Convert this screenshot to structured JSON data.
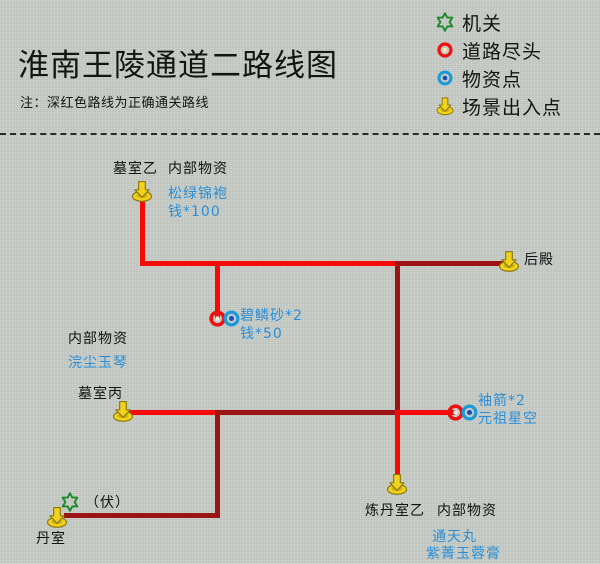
{
  "header": {
    "title": "淮南王陵通道二路线图",
    "note": "注：深红色路线为正确通关路线"
  },
  "legend": {
    "items": [
      {
        "icon": "green-star-icon",
        "label": "机关"
      },
      {
        "icon": "red-circle-icon",
        "label": "道路尽头"
      },
      {
        "icon": "blue-circle-icon",
        "label": "物资点"
      },
      {
        "icon": "yellow-arrow-icon",
        "label": "场景出入点"
      }
    ]
  },
  "colors": {
    "background": "#c9cdc7",
    "route_normal": "#f70b06",
    "route_correct": "#9c1414",
    "marker_red": "#ee1111",
    "marker_blue": "#1a9ad8",
    "marker_green": "#1a8a2a",
    "marker_yellow": "#f2d21a",
    "text_dark": "#121212",
    "text_blue": "#2a8fd8"
  },
  "nodes": {
    "tomb_b": {
      "name": "墓室乙",
      "supply_header": "内部物资",
      "items": [
        "松绿锦袍",
        "钱*100"
      ]
    },
    "rear_hall": {
      "name": "后殿"
    },
    "supply_mid": {
      "items": [
        "碧鳞砂*2",
        "钱*50"
      ]
    },
    "tomb_c_supply": {
      "supply_header": "内部物资",
      "items": [
        "浣尘玉琴"
      ]
    },
    "tomb_c": {
      "name": "墓室丙"
    },
    "supply_right": {
      "items": [
        "袖箭*2",
        "元祖星空"
      ]
    },
    "alchemy_b": {
      "name": "炼丹室乙",
      "supply_header": "内部物资",
      "items": [
        "通天丸",
        "紫菁玉蓉膏"
      ]
    },
    "elixir_room": {
      "name": "丹室",
      "trap_label": "（伏）"
    }
  }
}
